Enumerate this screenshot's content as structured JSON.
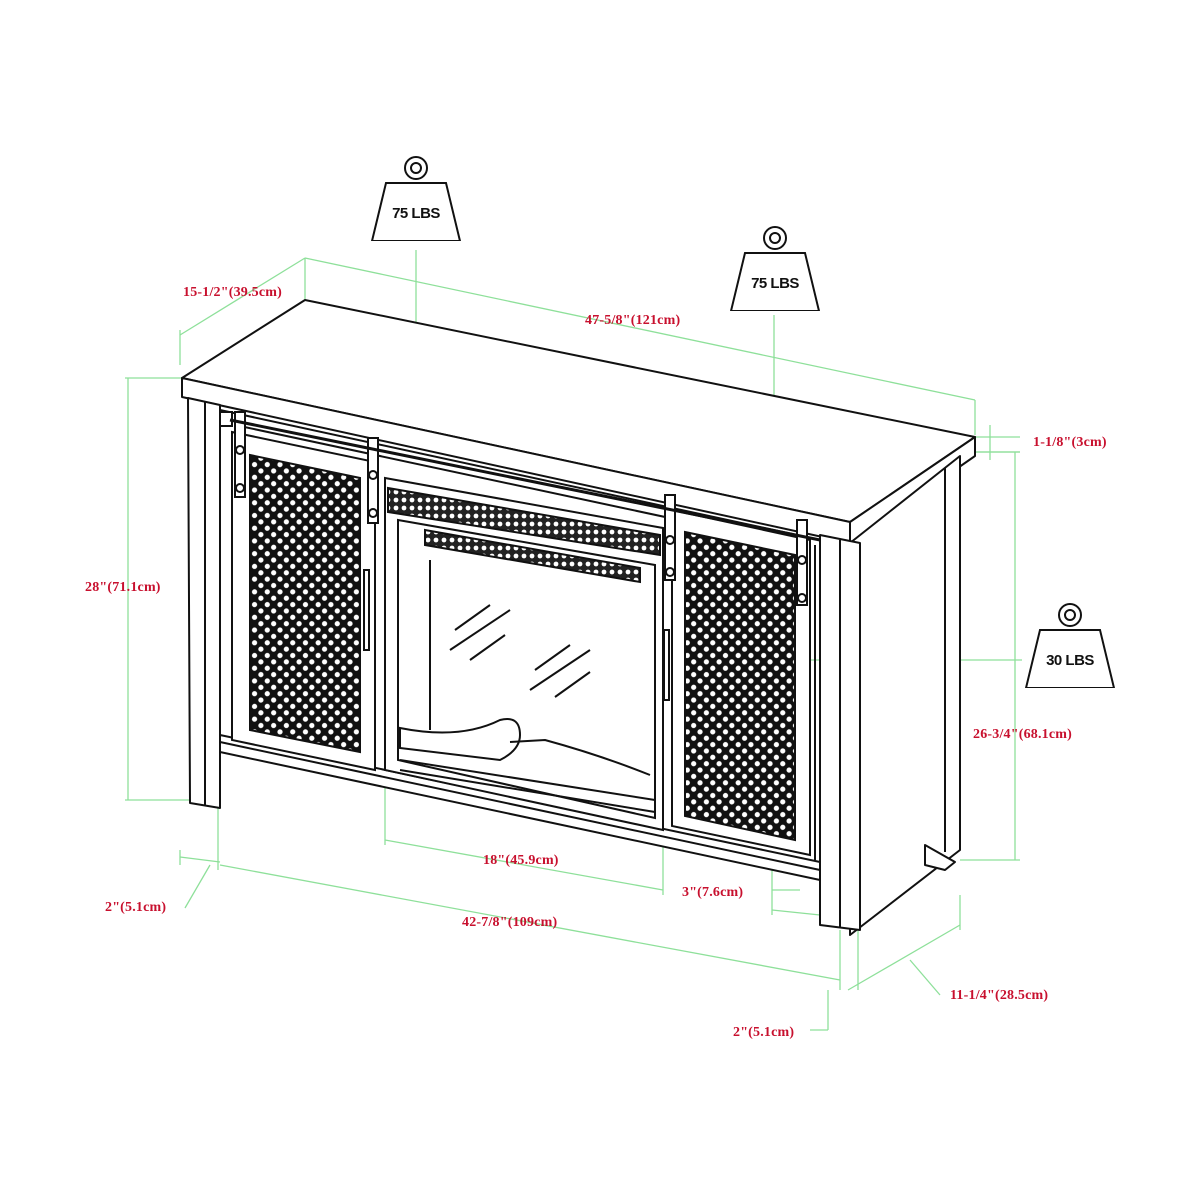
{
  "diagram": {
    "subject": "TV stand with electric fireplace insert and sliding barn doors",
    "colors": {
      "line": "#111111",
      "dimension_line": "#7fd88a",
      "dimension_text": "#c8102e",
      "background": "#ffffff"
    },
    "weights": [
      {
        "id": "top_left",
        "label": "75 LBS"
      },
      {
        "id": "top_right",
        "label": "75 LBS"
      },
      {
        "id": "shelf_right",
        "label": "30 LBS"
      }
    ],
    "dimensions": {
      "depth_top": "15-1/2\"(39.5cm)",
      "width_top": "47-5/8\"(121cm)",
      "top_thickness": "1-1/8\"(3cm)",
      "overall_height": "28\"(71.1cm)",
      "inner_height": "26-3/4\"(68.1cm)",
      "fireplace_width": "18\"(45.9cm)",
      "bottom_clearance": "3\"(7.6cm)",
      "leg_width_left": "2\"(5.1cm)",
      "base_width": "42-7/8\"(109cm)",
      "base_depth": "11-1/4\"(28.5cm)",
      "leg_width_right": "2\"(5.1cm)"
    }
  }
}
